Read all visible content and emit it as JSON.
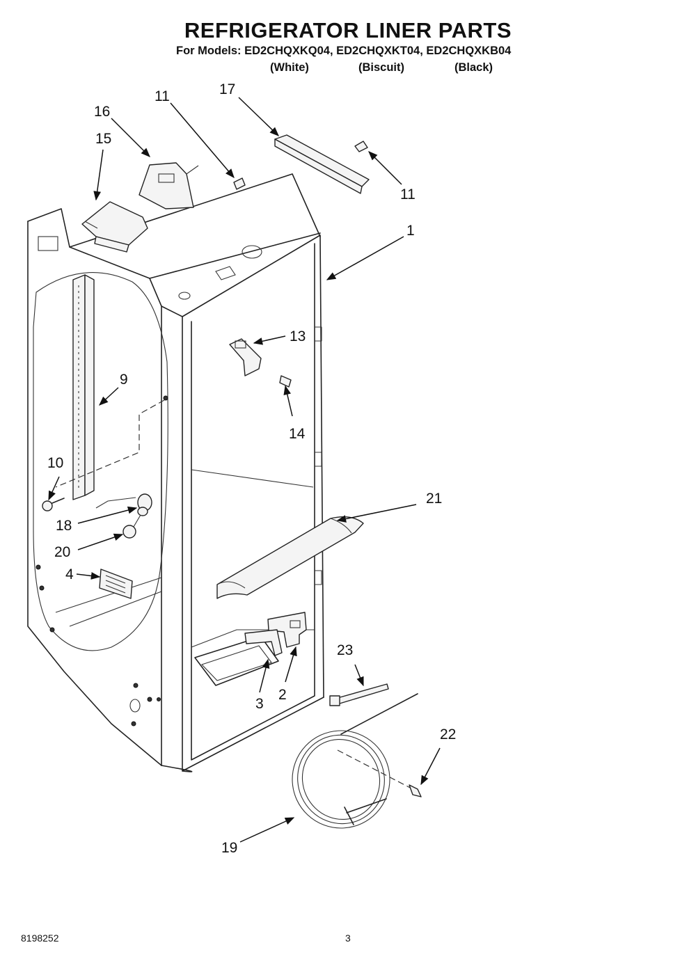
{
  "header": {
    "title": "REFRIGERATOR LINER PARTS",
    "models_line": "For Models: ED2CHQXKQ04, ED2CHQXKT04, ED2CHQXKB04",
    "variants": [
      "(White)",
      "(Biscuit)",
      "(Black)"
    ]
  },
  "callouts": [
    "1",
    "2",
    "3",
    "4",
    "9",
    "10",
    "11",
    "11",
    "13",
    "14",
    "15",
    "16",
    "17",
    "18",
    "19",
    "20",
    "21",
    "22",
    "23"
  ],
  "footer": {
    "doc_number": "8198252",
    "page_number": "3"
  }
}
